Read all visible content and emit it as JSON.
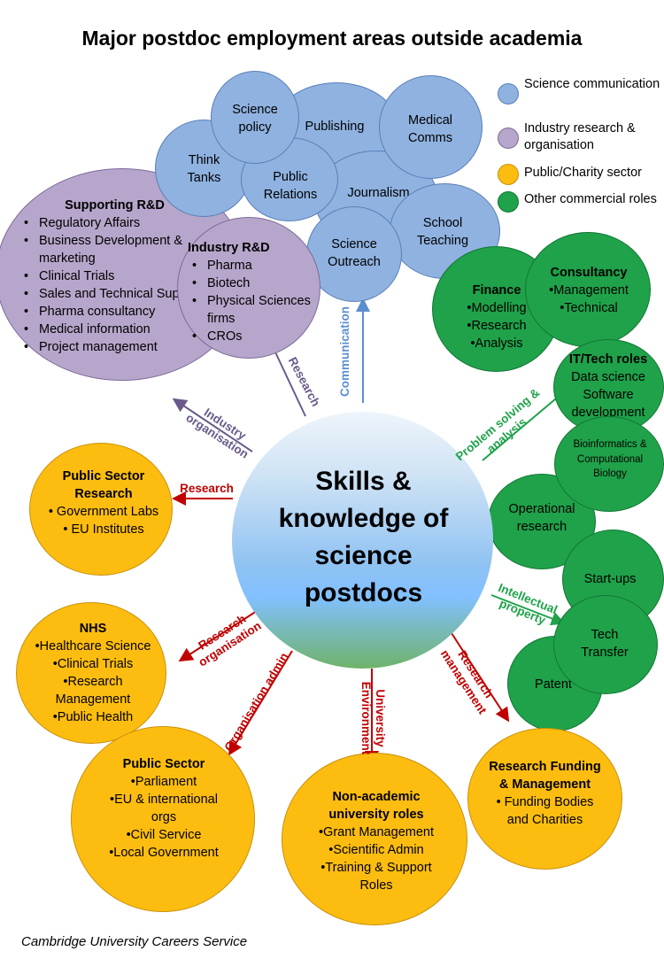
{
  "title": "Major postdoc employment areas outside academia",
  "footer": "Cambridge University Careers Service",
  "legend": [
    {
      "label": "Science communication",
      "color": "#8fb2e0"
    },
    {
      "label": "Industry research & organisation",
      "color": "#b7a6cb"
    },
    {
      "label": "Public/Charity sector",
      "color": "#fdbd10"
    },
    {
      "label": "Other commercial roles",
      "color": "#1fa24a"
    }
  ],
  "center": "Skills & knowledge of science postdocs",
  "science_comm": {
    "think_tanks": "Think Tanks",
    "science_policy": "Science policy",
    "publishing": "Publishing",
    "medical_comms": "Medical Comms",
    "public_relations": "Public Relations",
    "journalism": "Journalism",
    "school_teaching": "School Teaching",
    "science_outreach": "Science Outreach"
  },
  "supporting_rd": {
    "heading": "Supporting R&D",
    "items": [
      "Regulatory Affairs",
      "Business Development & marketing",
      "Clinical Trials",
      "Sales and Technical Support",
      "Pharma consultancy",
      "Medical information",
      "Project management"
    ]
  },
  "industry_rd": {
    "heading": "Industry R&D",
    "items": [
      "Pharma",
      "Biotech",
      "Physical Sciences firms",
      "CROs"
    ]
  },
  "public_sector_research": {
    "heading": "Public Sector Research",
    "items": [
      "Government Labs",
      "EU Institutes"
    ]
  },
  "nhs": {
    "heading": "NHS",
    "items": [
      "•Healthcare Science",
      "•Clinical Trials",
      "•Research Management",
      "•Public Health"
    ]
  },
  "public_sector": {
    "heading": "Public Sector",
    "items": [
      "•Parliament",
      "•EU & international orgs",
      "•Civil Service",
      "•Local Government"
    ]
  },
  "non_academic": {
    "heading": "Non-academic university roles",
    "items": [
      "•Grant Management",
      "•Scientific Admin",
      "•Training & Support Roles"
    ]
  },
  "research_funding": {
    "heading": "Research Funding & Management",
    "items": [
      "Funding Bodies and Charities"
    ]
  },
  "finance": {
    "heading": "Finance",
    "items": [
      "•Modelling",
      "•Research",
      "•Analysis"
    ]
  },
  "consultancy": {
    "heading": "Consultancy",
    "items": [
      "•Management",
      "•Technical"
    ]
  },
  "it_tech": {
    "heading": "IT/Tech roles",
    "items": [
      "Data science",
      "Software development"
    ]
  },
  "bioinformatics": "Bioinformatics & Computational Biology",
  "operational_research": "Operational research",
  "startups": "Start-ups",
  "tech_transfer": "Tech Transfer",
  "patent": "Patent",
  "arrows": {
    "communication": "Communication",
    "research_purple": "Research",
    "industry_org": "Industry organisation",
    "research_red": "Research",
    "research_org": "Research organisation",
    "org_admin": "Organisation admin",
    "university_env": "University Environment",
    "research_mgmt": "Research management",
    "problem_solving": "Problem solving & analysis",
    "intellectual_property": "Intellectual property"
  }
}
